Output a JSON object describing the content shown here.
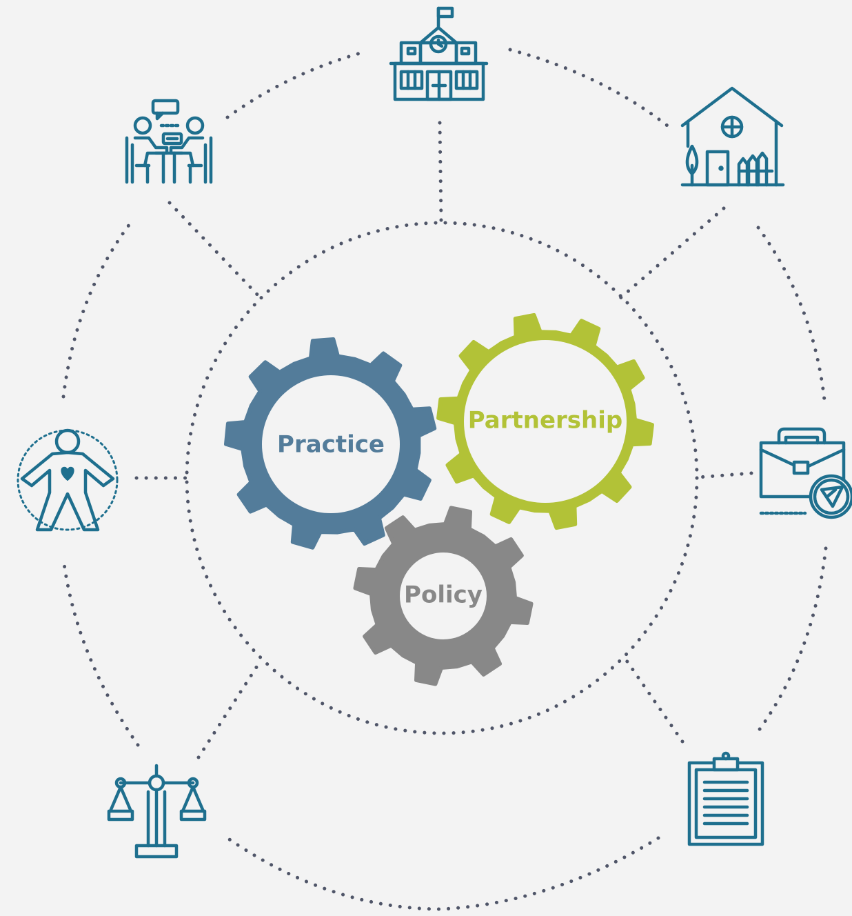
{
  "colors": {
    "background": "#f3f3f3",
    "dots": "#4f5568",
    "icon": "#1e6f8e",
    "practice": "#537c9a",
    "partnership": "#b2c237",
    "policy": "#888888",
    "gear_hole": "#f3f3f3"
  },
  "gears": {
    "practice": {
      "label": "Practice"
    },
    "partnership": {
      "label": "Partnership"
    },
    "policy": {
      "label": "Policy"
    }
  },
  "icons": [
    {
      "name": "school-icon"
    },
    {
      "name": "house-icon"
    },
    {
      "name": "briefcase-icon"
    },
    {
      "name": "clipboard-icon"
    },
    {
      "name": "justice-scale-icon"
    },
    {
      "name": "person-heart-icon"
    },
    {
      "name": "meeting-icon"
    }
  ]
}
